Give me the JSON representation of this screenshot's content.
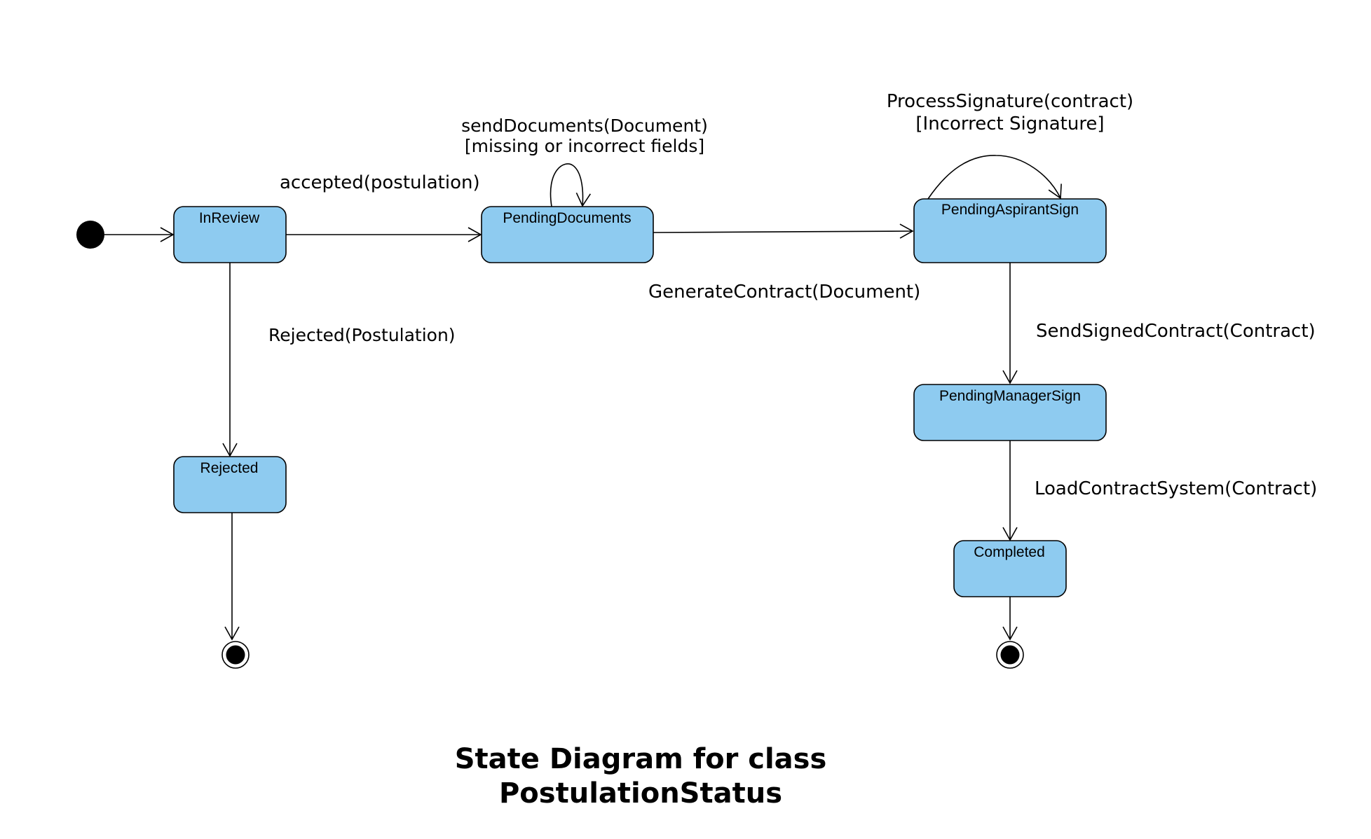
{
  "diagram": {
    "title_lines": [
      "State Diagram for class",
      "PostulationStatus"
    ],
    "states": {
      "in_review": "InReview",
      "pending_documents": "PendingDocuments",
      "pending_aspirant_sign": "PendingAspirantSign",
      "pending_manager_sign": "PendingManagerSign",
      "completed": "Completed",
      "rejected": "Rejected"
    },
    "transitions": {
      "accepted": "accepted(postulation)",
      "rejected": "Rejected(Postulation)",
      "send_documents": [
        "sendDocuments(Document)",
        "[missing or incorrect fields]"
      ],
      "generate_contract": "GenerateContract(Document)",
      "process_signature": [
        "ProcessSignature(contract)",
        "[Incorrect Signature]"
      ],
      "send_signed_contract": "SendSignedContract(Contract)",
      "load_contract_system": "LoadContractSystem(Contract)"
    },
    "colors": {
      "state_fill": "#8ecbf0",
      "stroke": "#000000"
    }
  }
}
